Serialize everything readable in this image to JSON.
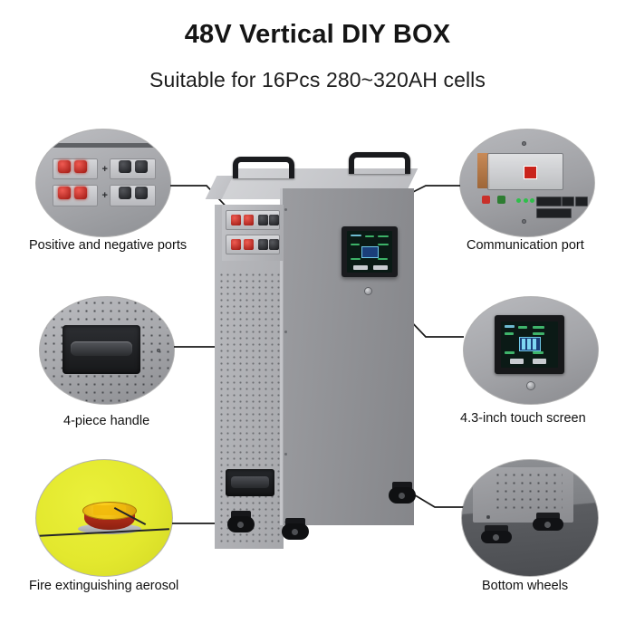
{
  "header": {
    "title": "48V Vertical DIY BOX",
    "subtitle": "Suitable for 16Pcs 280~320AH cells"
  },
  "colors": {
    "background": "#ffffff",
    "title_text": "#151515",
    "caption_text": "#111111",
    "cabinet_light": "#b9babe",
    "cabinet_dark": "#8e9094",
    "cabinet_top": "#d2d3d6",
    "handle_black": "#1a1b1e",
    "terminal_positive": "#c9231b",
    "terminal_negative": "#17181b",
    "aerosol_yellow": "#e3e82e",
    "aerosol_body_red": "#c0321c",
    "screen_green": "#45cc76",
    "screen_blue": "#1b3f7a",
    "leader_line": "#1a1a1a"
  },
  "callouts": [
    {
      "id": "positive-negative-ports",
      "label": "Positive and negative ports",
      "icon": "battery-terminal-icon",
      "position": "top-left",
      "detail": "Two red positive posts and two black negative posts on a clear terminal block"
    },
    {
      "id": "communication-port",
      "label": "Communication port",
      "icon": "communication-port-icon",
      "position": "top-right",
      "detail": "Breaker in clear housing with copper busbar, indicator LEDs and RS485/CAN connectors"
    },
    {
      "id": "four-piece-handle",
      "label": "4-piece handle",
      "icon": "handle-icon",
      "position": "middle-left",
      "detail": "Recessed black pull handle on perforated ventilation panel"
    },
    {
      "id": "touch-screen",
      "label": "4.3-inch touch screen",
      "icon": "touch-screen-icon",
      "position": "middle-right",
      "detail": "Black bezel LCD showing BMS status with battery level bar"
    },
    {
      "id": "fire-extinguishing-aerosol",
      "label": "Fire extinguishing aerosol",
      "icon": "fire-suppression-icon",
      "position": "bottom-left",
      "detail": "Red and yellow aerosol fire suppression puck with trigger wire on yellow background"
    },
    {
      "id": "bottom-wheels",
      "label": "Bottom wheels",
      "icon": "caster-wheel-icon",
      "position": "bottom-right",
      "detail": "Two black caster wheels mounted under the perforated cabinet base"
    }
  ],
  "product": {
    "name": "48V vertical battery cabinet",
    "features": [
      "top-carry-handles",
      "terminal-block",
      "perforated-side-panel",
      "recessed-side-handle",
      "front-touch-screen",
      "caster-wheels"
    ]
  }
}
